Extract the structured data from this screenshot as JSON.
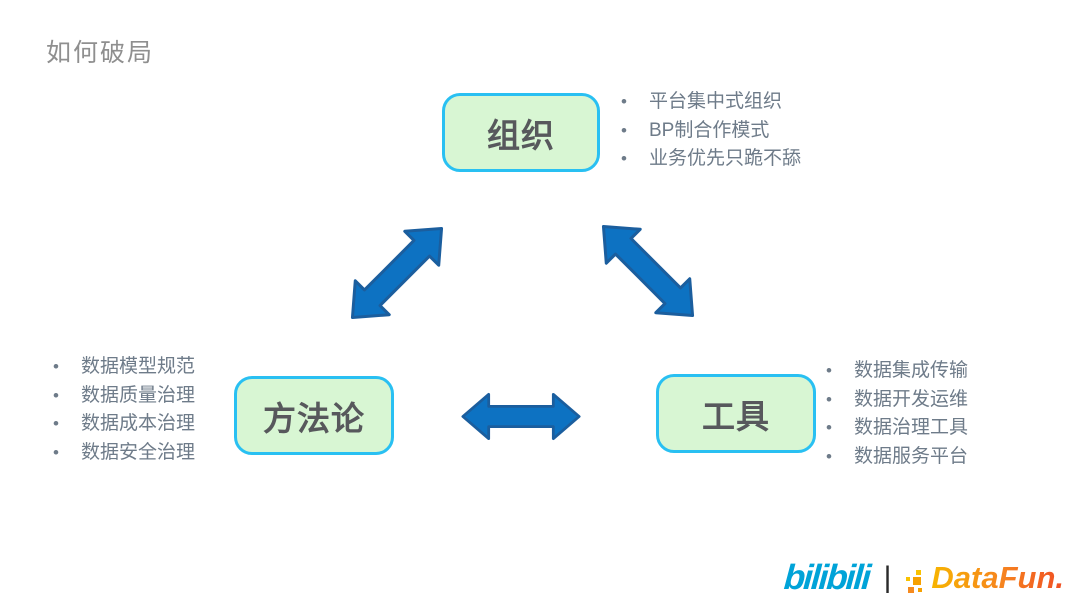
{
  "title": "如何破局",
  "diagram": {
    "nodes": [
      {
        "label": "组织",
        "bullets": [
          "平台集中式组织",
          "BP制合作模式",
          "业务优先只跪不舔"
        ]
      },
      {
        "label": "方法论",
        "bullets": [
          "数据模型规范",
          "数据质量治理",
          "数据成本治理",
          "数据安全治理"
        ]
      },
      {
        "label": "工具",
        "bullets": [
          "数据集成传输",
          "数据开发运维",
          "数据治理工具",
          "数据服务平台"
        ]
      }
    ]
  },
  "footer": {
    "bilibili_logo": "bilibili",
    "separator": "|",
    "datafun_logo": "DataFun."
  },
  "colors": {
    "title_text": "#8f8f8f",
    "box_fill": "#d8f6d3",
    "box_border": "#29c0f2",
    "label_text": "#57585c",
    "bullet_text": "#6e7b89",
    "arrow_fill": "#0d72c2",
    "arrow_stroke": "#1b5e9e",
    "bilibili_blue": "#00a3d8",
    "datafun_yellow": "#f7b500",
    "datafun_red": "#f04e23"
  }
}
